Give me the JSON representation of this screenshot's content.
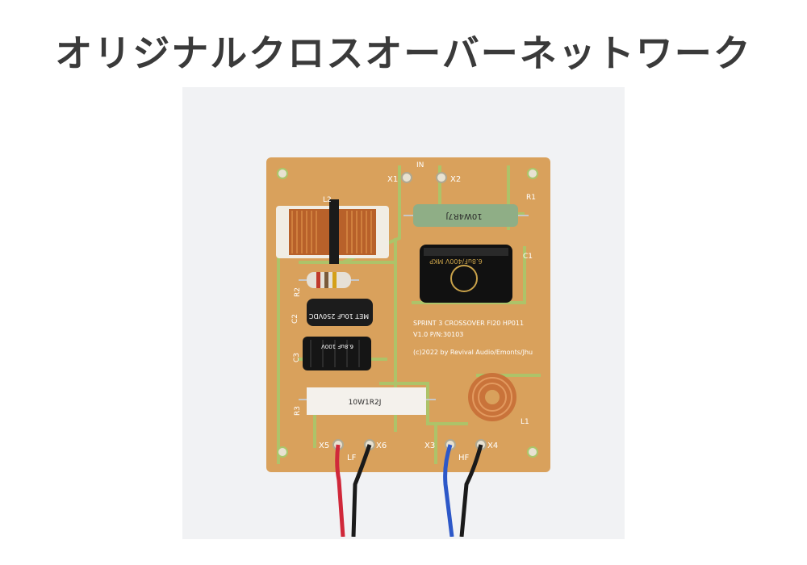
{
  "title": "オリジナルクロスオーバーネットワーク",
  "board": {
    "silk_line1": "SPRINT 3 CROSSOVER FI20 HP011",
    "silk_line2": "V1.0 P/N:30103",
    "silk_line3": "(c)2022 by Revival Audio/Emonts/Jhu",
    "in_label": "IN",
    "lf_label": "LF",
    "hf_label": "HF",
    "terminals": {
      "x1": "X1",
      "x2": "X2",
      "x3": "X3",
      "x4": "X4",
      "x5": "X5",
      "x6": "X6"
    },
    "refs": {
      "l1": "L1",
      "l2": "L2",
      "r1": "R1",
      "r2": "R2",
      "r3": "R3",
      "c1": "C1",
      "c2": "C2",
      "c3": "C3"
    }
  },
  "components": {
    "r1_marking": "10W4R7J",
    "c1_marking": "6.8uF/400V MKP",
    "c2_marking": "MET 10uF 250VDC",
    "c3_marking": "6.8uF 100V",
    "r3_marking": "10W1R2J"
  },
  "colors": {
    "pcb": "#d9a15c",
    "trace": "#a9c76b",
    "wire_in": "#1a1a1a",
    "wire_lf": "#d0283a",
    "wire_hf": "#2d58c8"
  }
}
